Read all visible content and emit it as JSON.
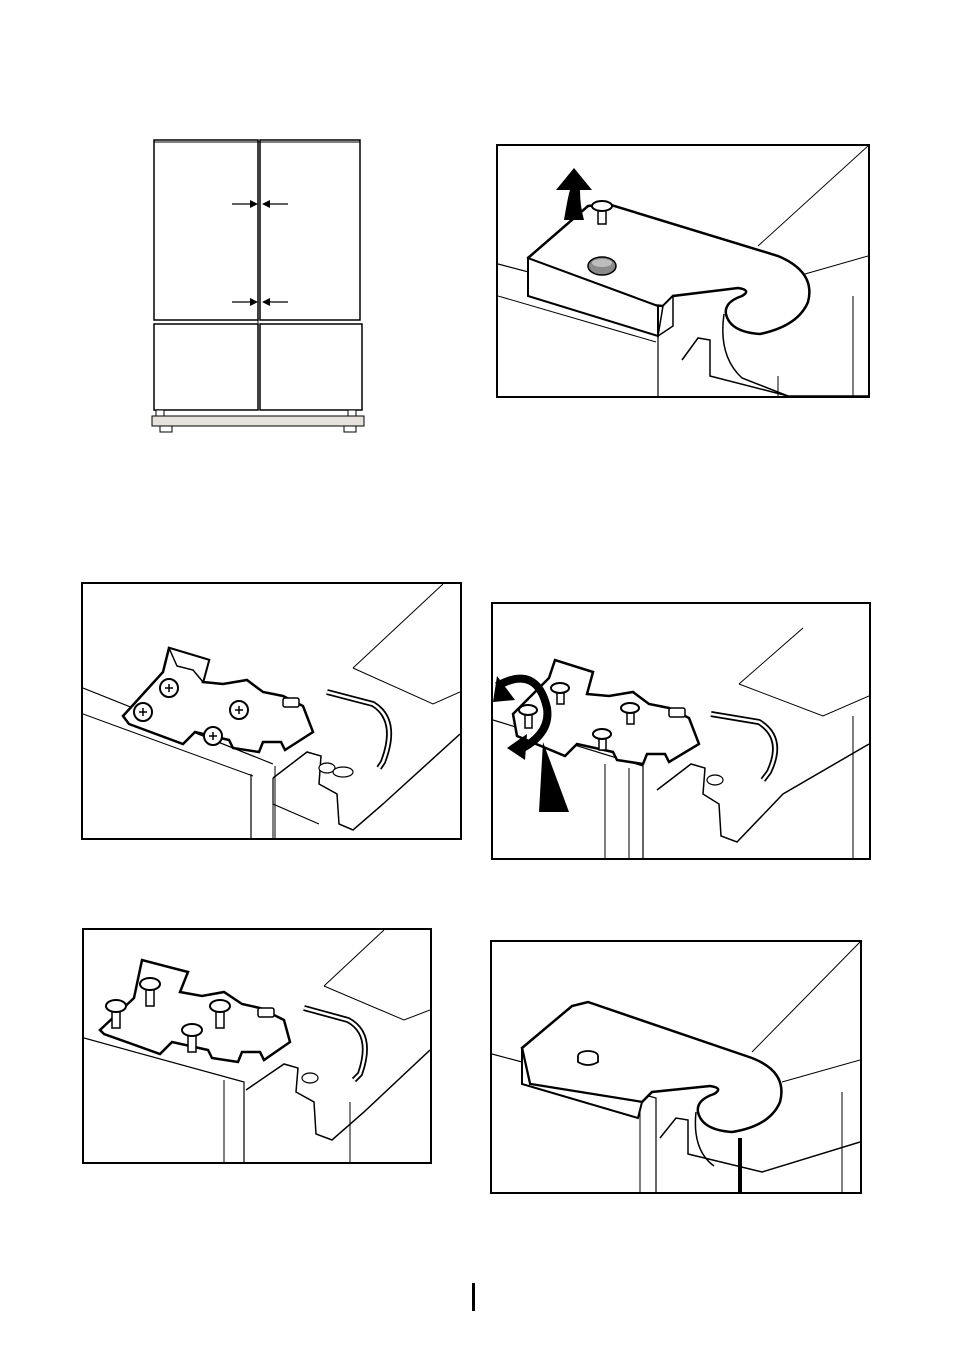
{
  "page": {
    "background": "#ffffff",
    "line_color": "#000000",
    "accent_gray": "#d9d9d9",
    "marker_glyph": "|"
  },
  "figures": [
    {
      "id": "fridge-door-gap-diagram",
      "icon": "fridge-icon"
    },
    {
      "id": "hinge-cover-removal",
      "icon": "arrow-up-icon"
    },
    {
      "id": "hinge-plate-installed",
      "icon": "hinge-icon"
    },
    {
      "id": "hinge-screws-loosen",
      "icon": "rotate-arrow-icon"
    },
    {
      "id": "hinge-screws-removed",
      "icon": "screw-icon"
    },
    {
      "id": "hinge-cover-reattached",
      "icon": "cover-icon"
    }
  ]
}
